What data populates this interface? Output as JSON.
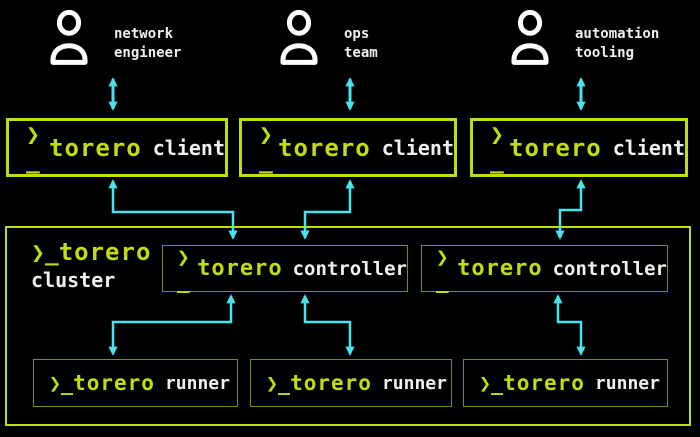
{
  "colors": {
    "accent_green": "#c3dc12",
    "dim_green_border": "#7d8d10",
    "arrow_cyan": "#49e3ee",
    "text_white": "#f0f0f0",
    "background": "#000000"
  },
  "brand": {
    "glyph": "❯_",
    "name": "torero"
  },
  "actors": [
    {
      "label": "network\nengineer"
    },
    {
      "label": "ops\nteam"
    },
    {
      "label": "automation\ntooling"
    }
  ],
  "clients": [
    {
      "role": "client"
    },
    {
      "role": "client"
    },
    {
      "role": "client"
    }
  ],
  "cluster": {
    "role": "cluster"
  },
  "controllers": [
    {
      "role": "controller"
    },
    {
      "role": "controller"
    }
  ],
  "runners": [
    {
      "role": "runner"
    },
    {
      "role": "runner"
    },
    {
      "role": "runner"
    }
  ]
}
